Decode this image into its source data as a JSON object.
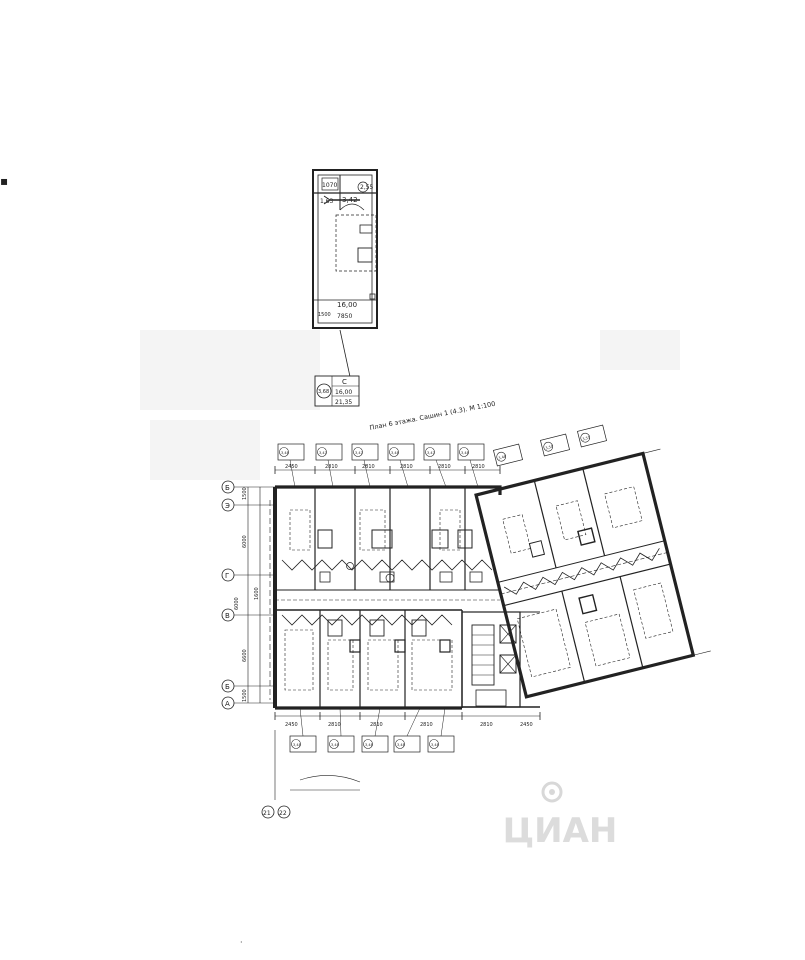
{
  "unit_plan": {
    "dims": [
      "1070",
      "2,55",
      "1,63",
      "3,42",
      "7850",
      "1500"
    ],
    "area_label": "16,00"
  },
  "callout": {
    "type": "C",
    "number": "3,68",
    "area": "16,00",
    "total": "21,35"
  },
  "floor_plan": {
    "title": "План 6 этажа. Сашин 1 (4.3). М 1:100",
    "axis_labels": [
      "Б",
      "Э",
      "Г",
      "В",
      "Б",
      "А"
    ],
    "bottom_axes": [
      "21",
      "22"
    ],
    "top_callouts": [
      "3,48",
      "3,47",
      "3,47",
      "3,48",
      "3,47",
      "3,48",
      "3,48",
      "3,50",
      "3,51"
    ],
    "bottom_callouts": [
      "3,48",
      "3,48",
      "3,48",
      "3,48",
      "3,48"
    ],
    "top_dims": [
      "2450",
      "2810",
      "2810",
      "2810",
      "2810",
      "2810"
    ],
    "bottom_dims": [
      "2450",
      "2810",
      "2810",
      "2810",
      "2810",
      "2450"
    ],
    "left_dims": [
      "1500",
      "6000",
      "1600",
      "6600",
      "1500"
    ],
    "extent_dim": "6000"
  },
  "watermark": {
    "text": "ЦИАН"
  }
}
